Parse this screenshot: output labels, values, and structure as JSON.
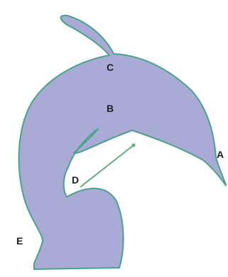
{
  "figure": {
    "shape_name": "dolphin",
    "fill_color": "#a9aad6",
    "outline_color": "#4aa38a",
    "segment_color": "#5caf79",
    "label_color": "#1f1f1f"
  },
  "labels": {
    "a": "A",
    "b": "B",
    "c": "C",
    "d": "D",
    "e": "E"
  }
}
